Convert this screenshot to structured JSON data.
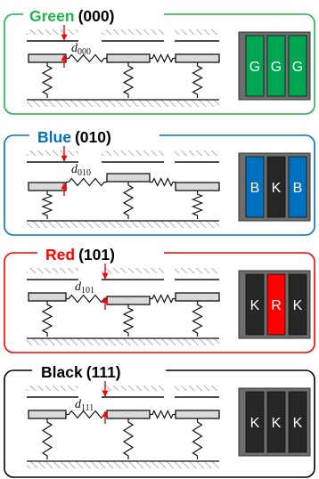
{
  "colors": {
    "green": "#00a651",
    "blue": "#0070c0",
    "red": "#ff0000",
    "black": "#262626",
    "frame": "#6e6e6e",
    "substrate": "#bdbdbd"
  },
  "states": [
    {
      "color_name": "Green",
      "code": "(000)",
      "accent": "#22b14c",
      "pixels": [
        "G",
        "G",
        "G"
      ],
      "pixel_colors": [
        "#00a651",
        "#00a651",
        "#00a651"
      ],
      "gap_symbol": "d",
      "gap_sub": "000"
    },
    {
      "color_name": "Blue",
      "code": "(010)",
      "accent": "#0070c0",
      "pixels": [
        "B",
        "K",
        "B"
      ],
      "pixel_colors": [
        "#0070c0",
        "#262626",
        "#0070c0"
      ],
      "gap_symbol": "d",
      "gap_sub": "010"
    },
    {
      "color_name": "Red",
      "code": "(101)",
      "accent": "#ff0000",
      "pixels": [
        "K",
        "R",
        "K"
      ],
      "pixel_colors": [
        "#262626",
        "#ff0000",
        "#262626"
      ],
      "gap_symbol": "d",
      "gap_sub": "101"
    },
    {
      "color_name": "Black",
      "code": "(111)",
      "accent": "#000000",
      "pixels": [
        "K",
        "K",
        "K"
      ],
      "pixel_colors": [
        "#262626",
        "#262626",
        "#262626"
      ],
      "gap_symbol": "d",
      "gap_sub": "111"
    }
  ]
}
